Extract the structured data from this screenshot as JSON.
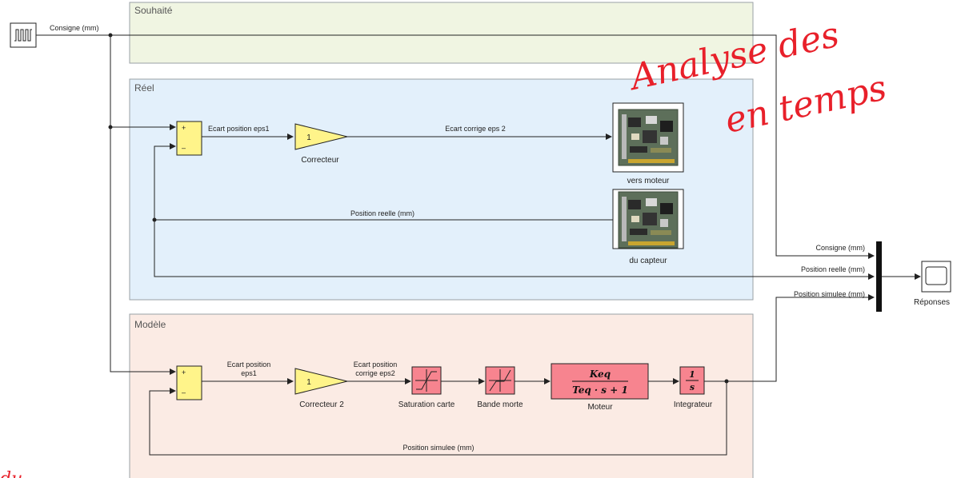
{
  "areas": {
    "souhaite": "Souhaité",
    "reel": "Réel",
    "modele": "Modèle"
  },
  "annotation": {
    "line1": "Analyse des ",
    "line2": "en temps",
    "corner": "du"
  },
  "signals": {
    "consigne": "Consigne (mm)",
    "ecart_eps1": "Ecart position eps1",
    "ecart_corrige_eps2": "Ecart corrige eps 2",
    "position_reelle": "Position reelle (mm)",
    "bus_consigne": "Consigne (mm)",
    "bus_position_reelle": "Position reelle (mm)",
    "bus_position_simulee": "Position simulee (mm)",
    "ecart_position_1": "Ecart position",
    "ecart_position_1b": "eps1",
    "ecart_position_2": "Ecart position",
    "ecart_position_2b": "corrige eps2",
    "position_simulee": "Position simulee (mm)"
  },
  "blocks": {
    "gain1_value": "1",
    "gain1_label": "Correcteur",
    "gain2_value": "1",
    "gain2_label": "Correcteur 2",
    "daq_out_label": "vers moteur",
    "daq_in_label": "du capteur",
    "saturation_label": "Saturation carte",
    "deadzone_label": "Bande morte",
    "tf_num": "Keq",
    "tf_den": "Teq · s + 1",
    "tf_label": "Moteur",
    "int_num": "1",
    "int_den": "s",
    "int_label": "Integrateur",
    "scope_label": "Réponses",
    "plus": "+",
    "minus": "–"
  },
  "colors": {
    "souhaite_fill": "#f0f5e2",
    "reel_fill": "#e3f0fb",
    "modele_fill": "#fbebe4",
    "area_border": "#9aa0a6",
    "sum_fill": "#fff48a",
    "gain_fill": "#fff48a",
    "model_block_fill": "#f7848f",
    "annotation": "#e8202a"
  },
  "icons": {
    "pulse_generator": "pulse-generator-icon",
    "scope": "scope-icon",
    "daq_card": "daq-card-icon",
    "saturation": "saturation-icon",
    "deadzone": "deadzone-icon"
  }
}
